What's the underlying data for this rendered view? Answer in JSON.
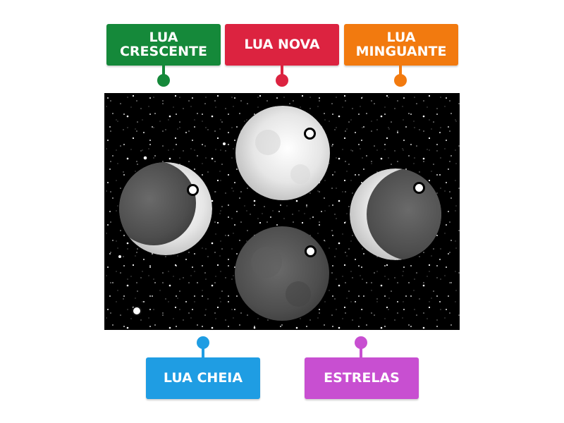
{
  "labels": [
    {
      "id": "lua-crescente",
      "line1": "LUA",
      "line2": "CRESCENTE",
      "color": "#15893a"
    },
    {
      "id": "lua-nova",
      "line1": "LUA NOVA",
      "line2": "",
      "color": "#dc2340"
    },
    {
      "id": "lua-minguante",
      "line1": "LUA",
      "line2": "MINGUANTE",
      "color": "#f27a0f"
    },
    {
      "id": "lua-cheia",
      "line1": "LUA CHEIA",
      "line2": "",
      "color": "#1f9de3"
    },
    {
      "id": "estrelas",
      "line1": "ESTRELAS",
      "line2": "",
      "color": "#c84fd1"
    }
  ],
  "image": {
    "description": "Night sky with stars and four moon phases",
    "background": "#000000",
    "moons": [
      {
        "phase": "full-bright",
        "position": "top-center"
      },
      {
        "phase": "crescent-right-lit",
        "position": "left"
      },
      {
        "phase": "crescent-left-lit",
        "position": "right"
      },
      {
        "phase": "dark",
        "position": "bottom-center"
      }
    ]
  }
}
